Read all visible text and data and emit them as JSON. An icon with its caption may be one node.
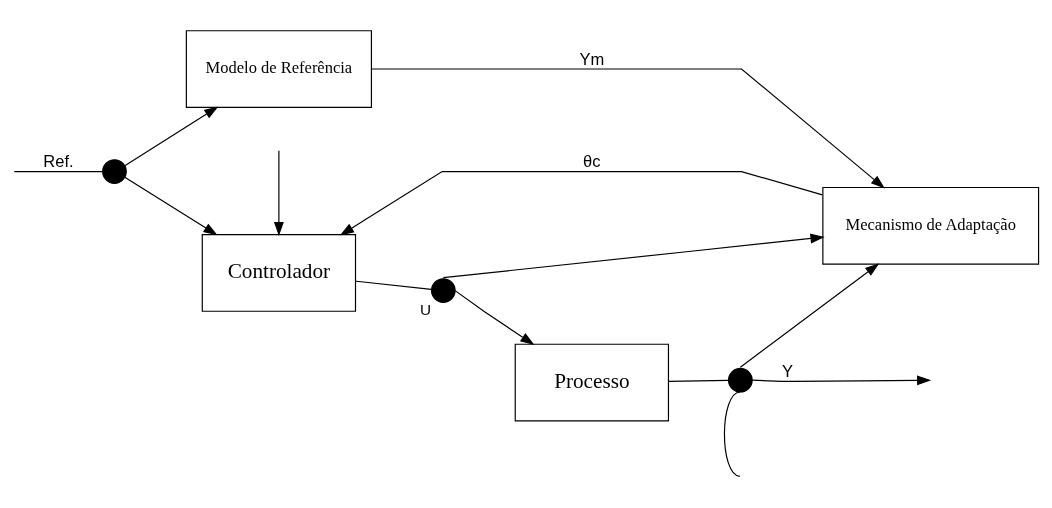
{
  "diagram": {
    "nodes": [
      {
        "text": [
          "Modelo de Referência"
        ]
      },
      {
        "text": [
          "Mecanismo de Adaptação"
        ]
      },
      {
        "text": [
          "Controlador"
        ]
      },
      {
        "text": [
          "Processo"
        ]
      },
      {
        "text": [],
        "shape": "circle"
      },
      {
        "text": [],
        "shape": "circle",
        "beside": [
          "U"
        ]
      },
      {
        "text": [],
        "shape": "circle"
      }
    ],
    "edges": [
      {
        "from": null,
        "to": 4,
        "arrow": "none",
        "label": "Ref."
      },
      {
        "from": 4,
        "to": 0,
        "arrow": "to"
      },
      {
        "from": 4,
        "to": 2,
        "arrow": "to"
      },
      {
        "from": null,
        "to": 2,
        "arrow": "to"
      },
      {
        "from": 0,
        "to": 1,
        "arrow": "to",
        "label": "Ym"
      },
      {
        "from": 1,
        "to": 2,
        "arrow": "to",
        "label": "θc"
      },
      {
        "from": 2,
        "to": 5,
        "arrow": "none"
      },
      {
        "from": 5,
        "to": 3,
        "arrow": "to"
      },
      {
        "from": 5,
        "to": 1,
        "arrow": "to"
      },
      {
        "from": 3,
        "to": 6,
        "arrow": "none"
      },
      {
        "from": 6,
        "to": null,
        "arrow": "to",
        "label": "Y"
      },
      {
        "from": 6,
        "to": 1,
        "arrow": "to"
      },
      {
        "from": 6,
        "to": null,
        "arrow": "none"
      }
    ]
  }
}
